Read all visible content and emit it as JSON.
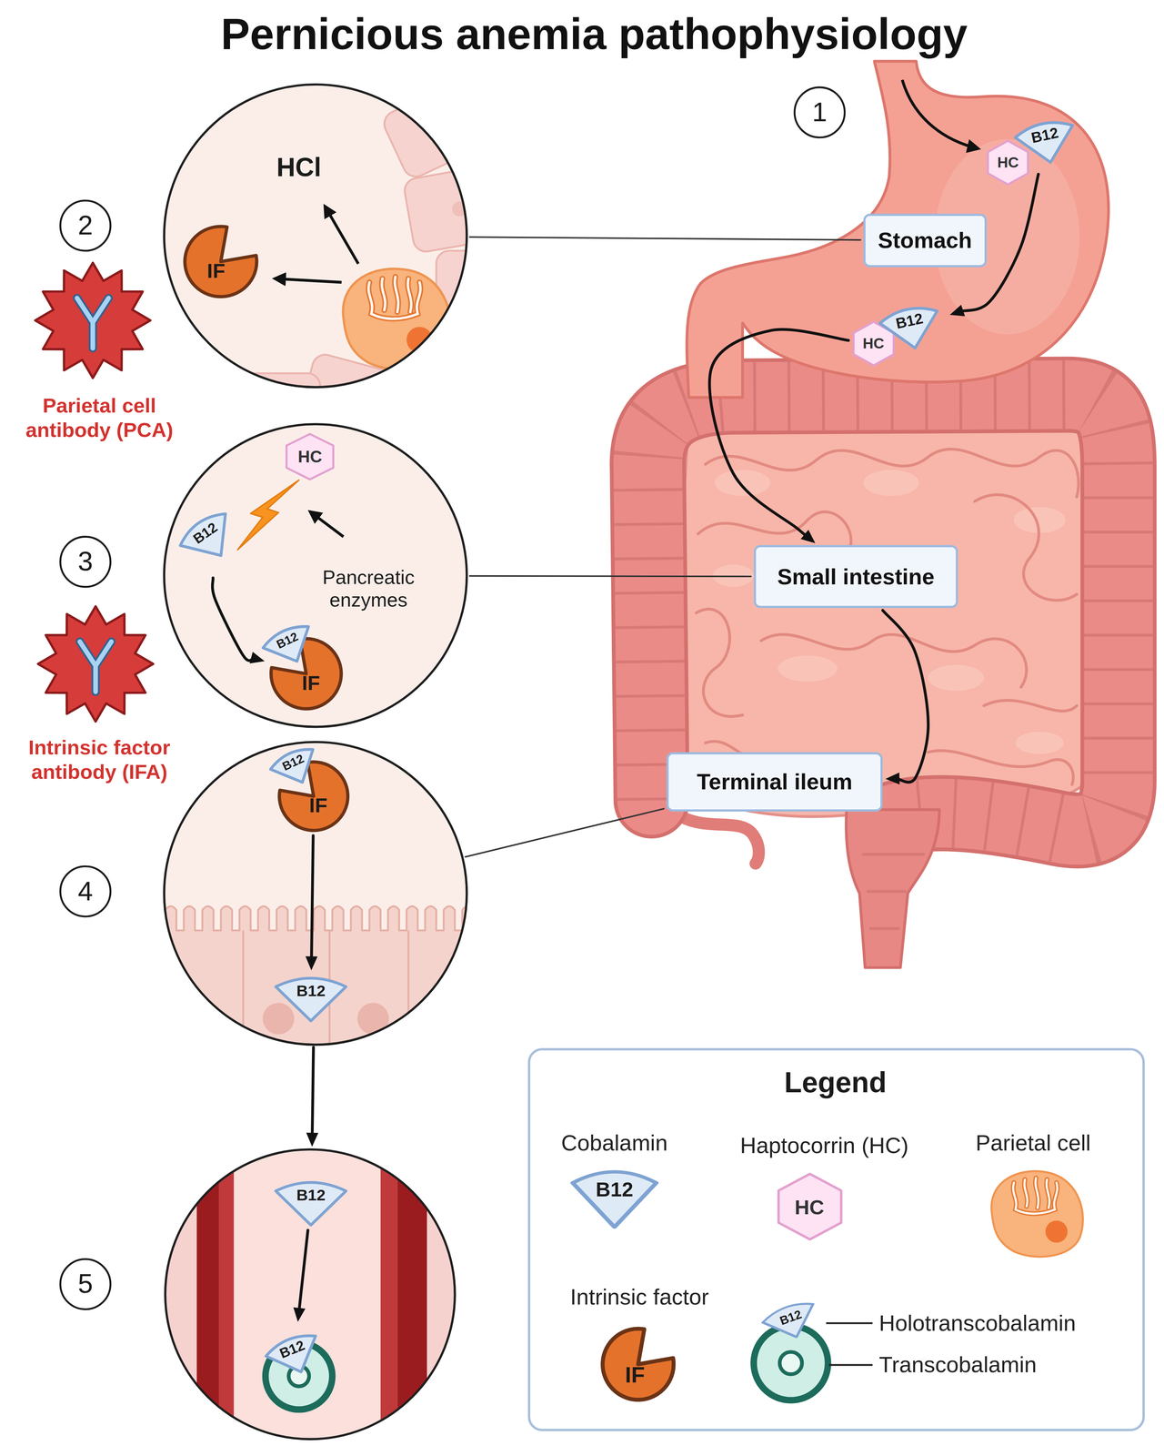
{
  "diagram": {
    "title": "Pernicious anemia pathophysiology",
    "nodes": [
      {
        "text": [
          "HCl"
        ]
      },
      {
        "text": [
          "IF"
        ],
        "in": 0
      },
      {
        "text": [
          "HC"
        ]
      },
      {
        "text": [
          "B12"
        ]
      },
      {
        "text": [
          "Stomach"
        ]
      },
      {
        "text": [
          "HC"
        ]
      },
      {
        "text": [
          "B12"
        ]
      },
      {
        "text": [
          "Pancreatic enzymes"
        ]
      },
      {
        "text": [
          "HC"
        ],
        "in": 7
      },
      {
        "text": [
          "B12"
        ],
        "in": 7
      },
      {
        "text": [
          "IF"
        ],
        "in": 7
      },
      {
        "text": [
          "B12"
        ],
        "in": 10
      },
      {
        "text": [
          "Small intestine"
        ]
      },
      {
        "text": []
      },
      {
        "text": [
          "IF"
        ],
        "in": 13
      },
      {
        "text": [
          "B12"
        ],
        "in": 14
      },
      {
        "text": [
          "B12"
        ],
        "in": 13
      },
      {
        "text": [
          "Terminal ileum"
        ]
      },
      {
        "text": []
      },
      {
        "text": [
          "B12"
        ],
        "in": 18
      },
      {
        "text": [
          "B12"
        ],
        "in": 18
      }
    ],
    "edges": [
      {
        "from": 3,
        "to": 6,
        "arrow": "to"
      },
      {
        "from": 5,
        "to": 12,
        "arrow": "to"
      },
      {
        "from": 12,
        "to": 17,
        "arrow": "to"
      },
      {
        "from": 0,
        "to": 4,
        "arrow": "none"
      },
      {
        "from": 7,
        "to": 12,
        "arrow": "none"
      },
      {
        "from": 13,
        "to": 17,
        "arrow": "none"
      },
      {
        "from": 13,
        "to": 18,
        "arrow": "to"
      },
      {
        "from": 9,
        "to": 10,
        "arrow": "to"
      },
      {
        "from": 14,
        "to": 16,
        "arrow": "to"
      },
      {
        "from": 19,
        "to": 20,
        "arrow": "to"
      }
    ],
    "labels": [
      "1",
      "2",
      "Parietal cell antibody (PCA)",
      "3",
      "Intrinsic factor antibody (IFA)",
      "4",
      "5",
      "Legend",
      "B12",
      "HC",
      "IF",
      "B12"
    ],
    "legend": [
      {
        "text": "Cobalamin"
      },
      {
        "text": "Haptocorrin (HC)"
      },
      {
        "text": "Parietal cell"
      },
      {
        "text": "Intrinsic factor"
      },
      {
        "text": "Holotranscobalamin"
      },
      {
        "text": "Transcobalamin"
      }
    ]
  }
}
